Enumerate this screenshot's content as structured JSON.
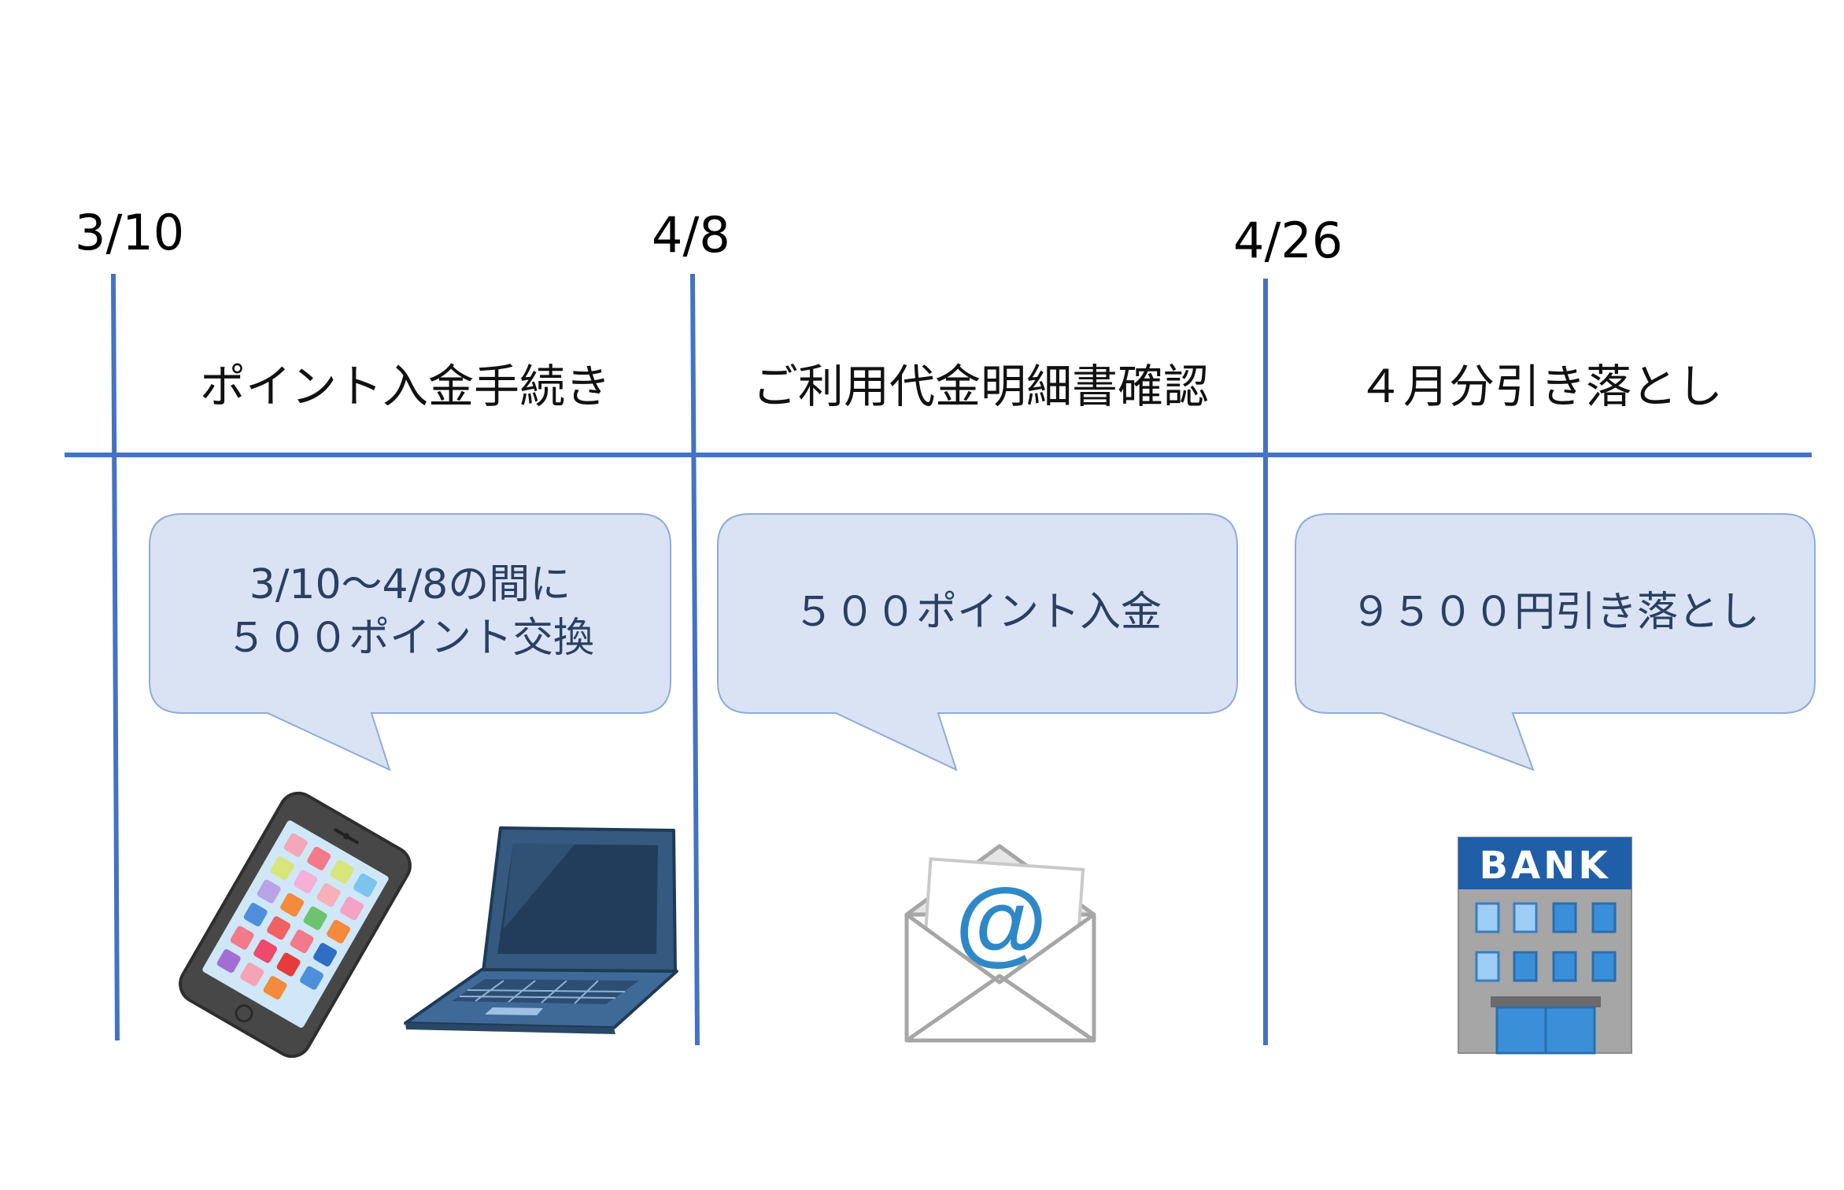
{
  "timeline": {
    "line_color": "#4472c4",
    "dates": [
      "3/10",
      "4/8",
      "4/26"
    ],
    "phases": [
      {
        "title": "ポイント入金手続き",
        "bubble_lines": [
          "3/10〜4/8の間に",
          "５００ポイント交換"
        ],
        "icons": [
          "smartphone-icon",
          "laptop-icon"
        ]
      },
      {
        "title": "ご利用代金明細書確認",
        "bubble_lines": [
          "５００ポイント入金"
        ],
        "icons": [
          "email-envelope-icon"
        ]
      },
      {
        "title": "４月分引き落とし",
        "bubble_lines": [
          "９５００円引き落とし"
        ],
        "icons": [
          "bank-building-icon"
        ]
      }
    ]
  },
  "bank_sign": "BANK",
  "email_symbol": "@",
  "colors": {
    "bubble_fill": "#dae3f3",
    "bubble_stroke": "#8faadc",
    "text_dark": "#2b3f63"
  }
}
